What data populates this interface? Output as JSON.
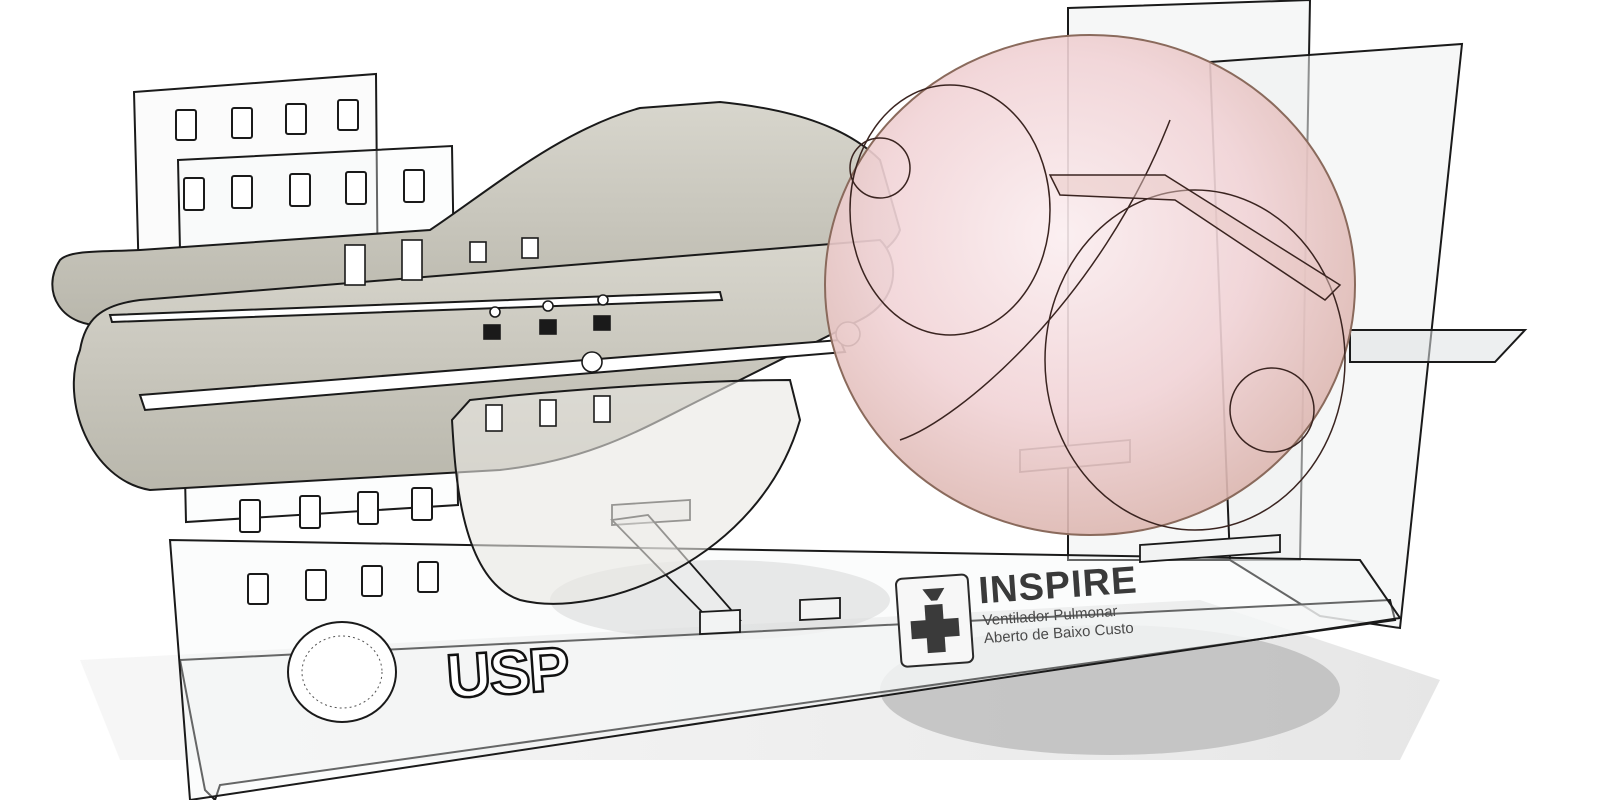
{
  "logos": {
    "usp": "USP",
    "inspire_title": "INSPIRE",
    "inspire_line1": "Ventilador Pulmonar",
    "inspire_line2": "Aberto de Baixo Custo",
    "inspire_icon": "medical-cross-icon"
  },
  "colors": {
    "background": "#ffffff",
    "acrylic_edge": "#1a1a1a",
    "arm_fill": "#c9c7bd",
    "bag_fill": "#f1d2d5",
    "shadow": "#bdbdbd"
  }
}
